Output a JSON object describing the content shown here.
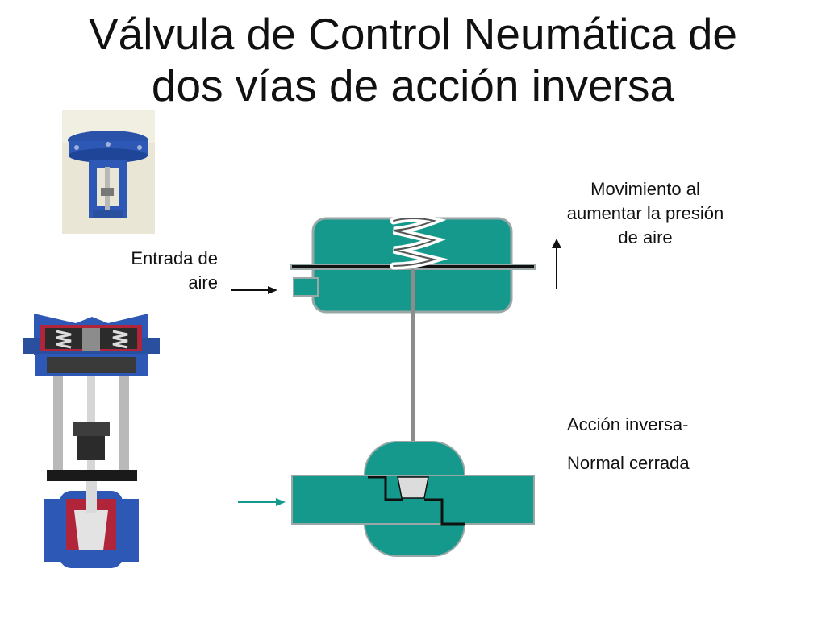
{
  "slide": {
    "title_line1": "Válvula de Control Neumática  de",
    "title_line2": "dos vías de acción inversa"
  },
  "labels": {
    "movement": "Movimiento al aumentar la presión de aire",
    "air_inlet": "Entrada de aire",
    "action_line1": "Acción inversa-",
    "action_line2": "Normal cerrada"
  },
  "colors": {
    "teal": "#14998c",
    "actuator_blue": "#2d58b5",
    "valve_red": "#b0253a"
  },
  "icons": {
    "up_arrow": "arrow-up-icon",
    "inlet_arrow": "arrow-right-icon",
    "flow_arrow": "flow-arrow-icon"
  }
}
